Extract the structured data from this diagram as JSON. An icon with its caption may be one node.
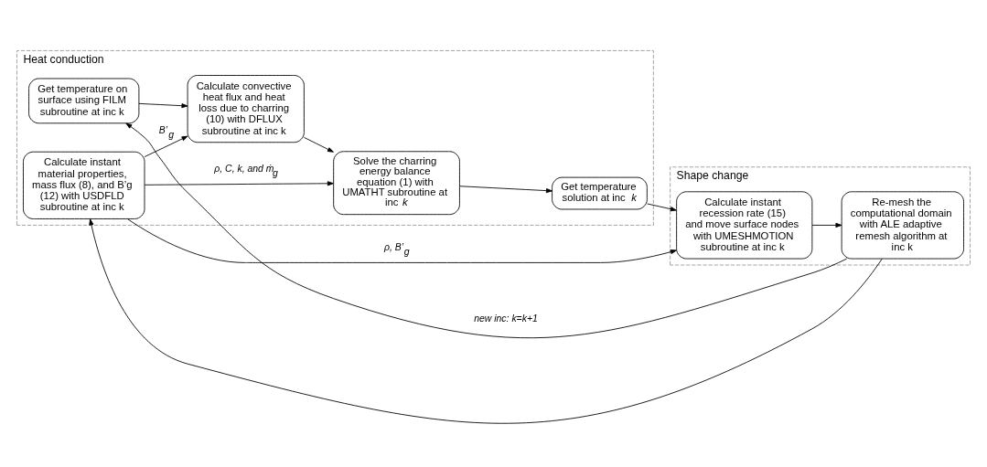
{
  "diagram": {
    "nodes": [
      {
        "text": [
          "Heat conduction"
        ]
      },
      {
        "text": [
          "Get temperature on surface using FILM subroutine at inc k"
        ],
        "in": 0
      },
      {
        "text": [
          "Calculate convective heat flux and heat loss due to charring (10) with DFLUX subroutine at inc k"
        ],
        "in": 0
      },
      {
        "text": [
          "Solve the charring energy balance equation (1) with UMATHT subroutine at inc *k*"
        ],
        "in": 0
      },
      {
        "text": [
          "Get temperature solution at inc *k*"
        ],
        "in": 0
      },
      {
        "text": [
          "Calculate instant material properties, mass flux (8), and B’g (12) with USDFLD subroutine at inc k"
        ],
        "in": 0
      },
      {
        "text": [
          "Shape change"
        ]
      },
      {
        "text": [
          "Calculate instant recession rate (15) and move surface nodes with UMESHMOTION subroutine at inc k"
        ],
        "in": 6
      },
      {
        "text": [
          "Re-mesh the computational domain with ALE adaptive remesh algorithm at inc k"
        ],
        "in": 6
      }
    ],
    "edges": [
      {
        "from": 1,
        "to": 2,
        "arrow": "to"
      },
      {
        "from": 5,
        "to": 2,
        "arrow": "to",
        "label": "*B’$_{g}$*"
      },
      {
        "from": 2,
        "to": 3,
        "arrow": "to"
      },
      {
        "from": 5,
        "to": 3,
        "arrow": "to",
        "label": "*ρ, C, k, and ṁ$_{g}$*"
      },
      {
        "from": 3,
        "to": 4,
        "arrow": "to"
      },
      {
        "from": 5,
        "to": 7,
        "arrow": "to",
        "label": "*ρ, B’$_{g}$*"
      },
      {
        "from": 4,
        "to": 7,
        "arrow": "to"
      },
      {
        "from": 7,
        "to": 8,
        "arrow": "to"
      },
      {
        "from": 8,
        "to": 1,
        "arrow": "to",
        "label": "*new inc: k=k+1*"
      },
      {
        "from": 8,
        "to": 5,
        "arrow": "to"
      }
    ]
  }
}
